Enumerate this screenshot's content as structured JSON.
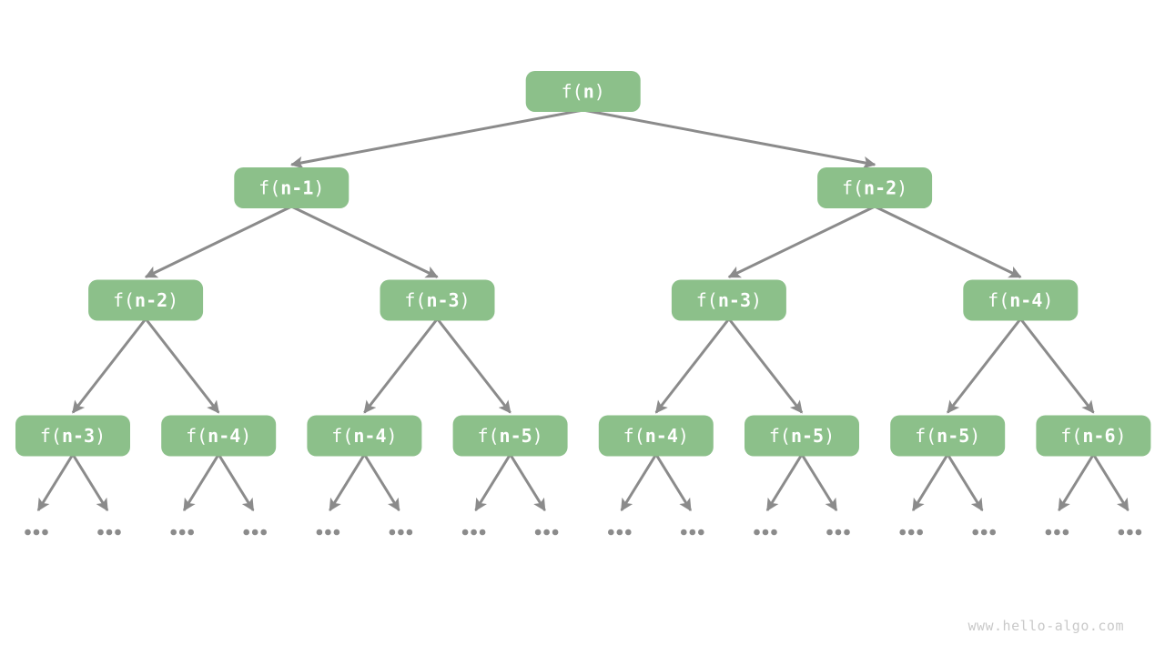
{
  "page": {
    "background": "#ffffff",
    "watermark": "www.hello-algo.com"
  },
  "diagram": {
    "type": "recursion-tree",
    "colors": {
      "node_fill": "#8cc08a",
      "node_text": "#ffffff",
      "arrow": "#8b8b8b",
      "ellipsis_dot": "#8b8b8b",
      "watermark_text": "#c9c9c9"
    },
    "levels": [
      [
        "f(n)"
      ],
      [
        "f(n-1)",
        "f(n-2)"
      ],
      [
        "f(n-2)",
        "f(n-3)",
        "f(n-3)",
        "f(n-4)"
      ],
      [
        "f(n-3)",
        "f(n-4)",
        "f(n-4)",
        "f(n-5)",
        "f(n-4)",
        "f(n-5)",
        "f(n-5)",
        "f(n-6)"
      ]
    ],
    "leaf_ellipsis": "..."
  }
}
